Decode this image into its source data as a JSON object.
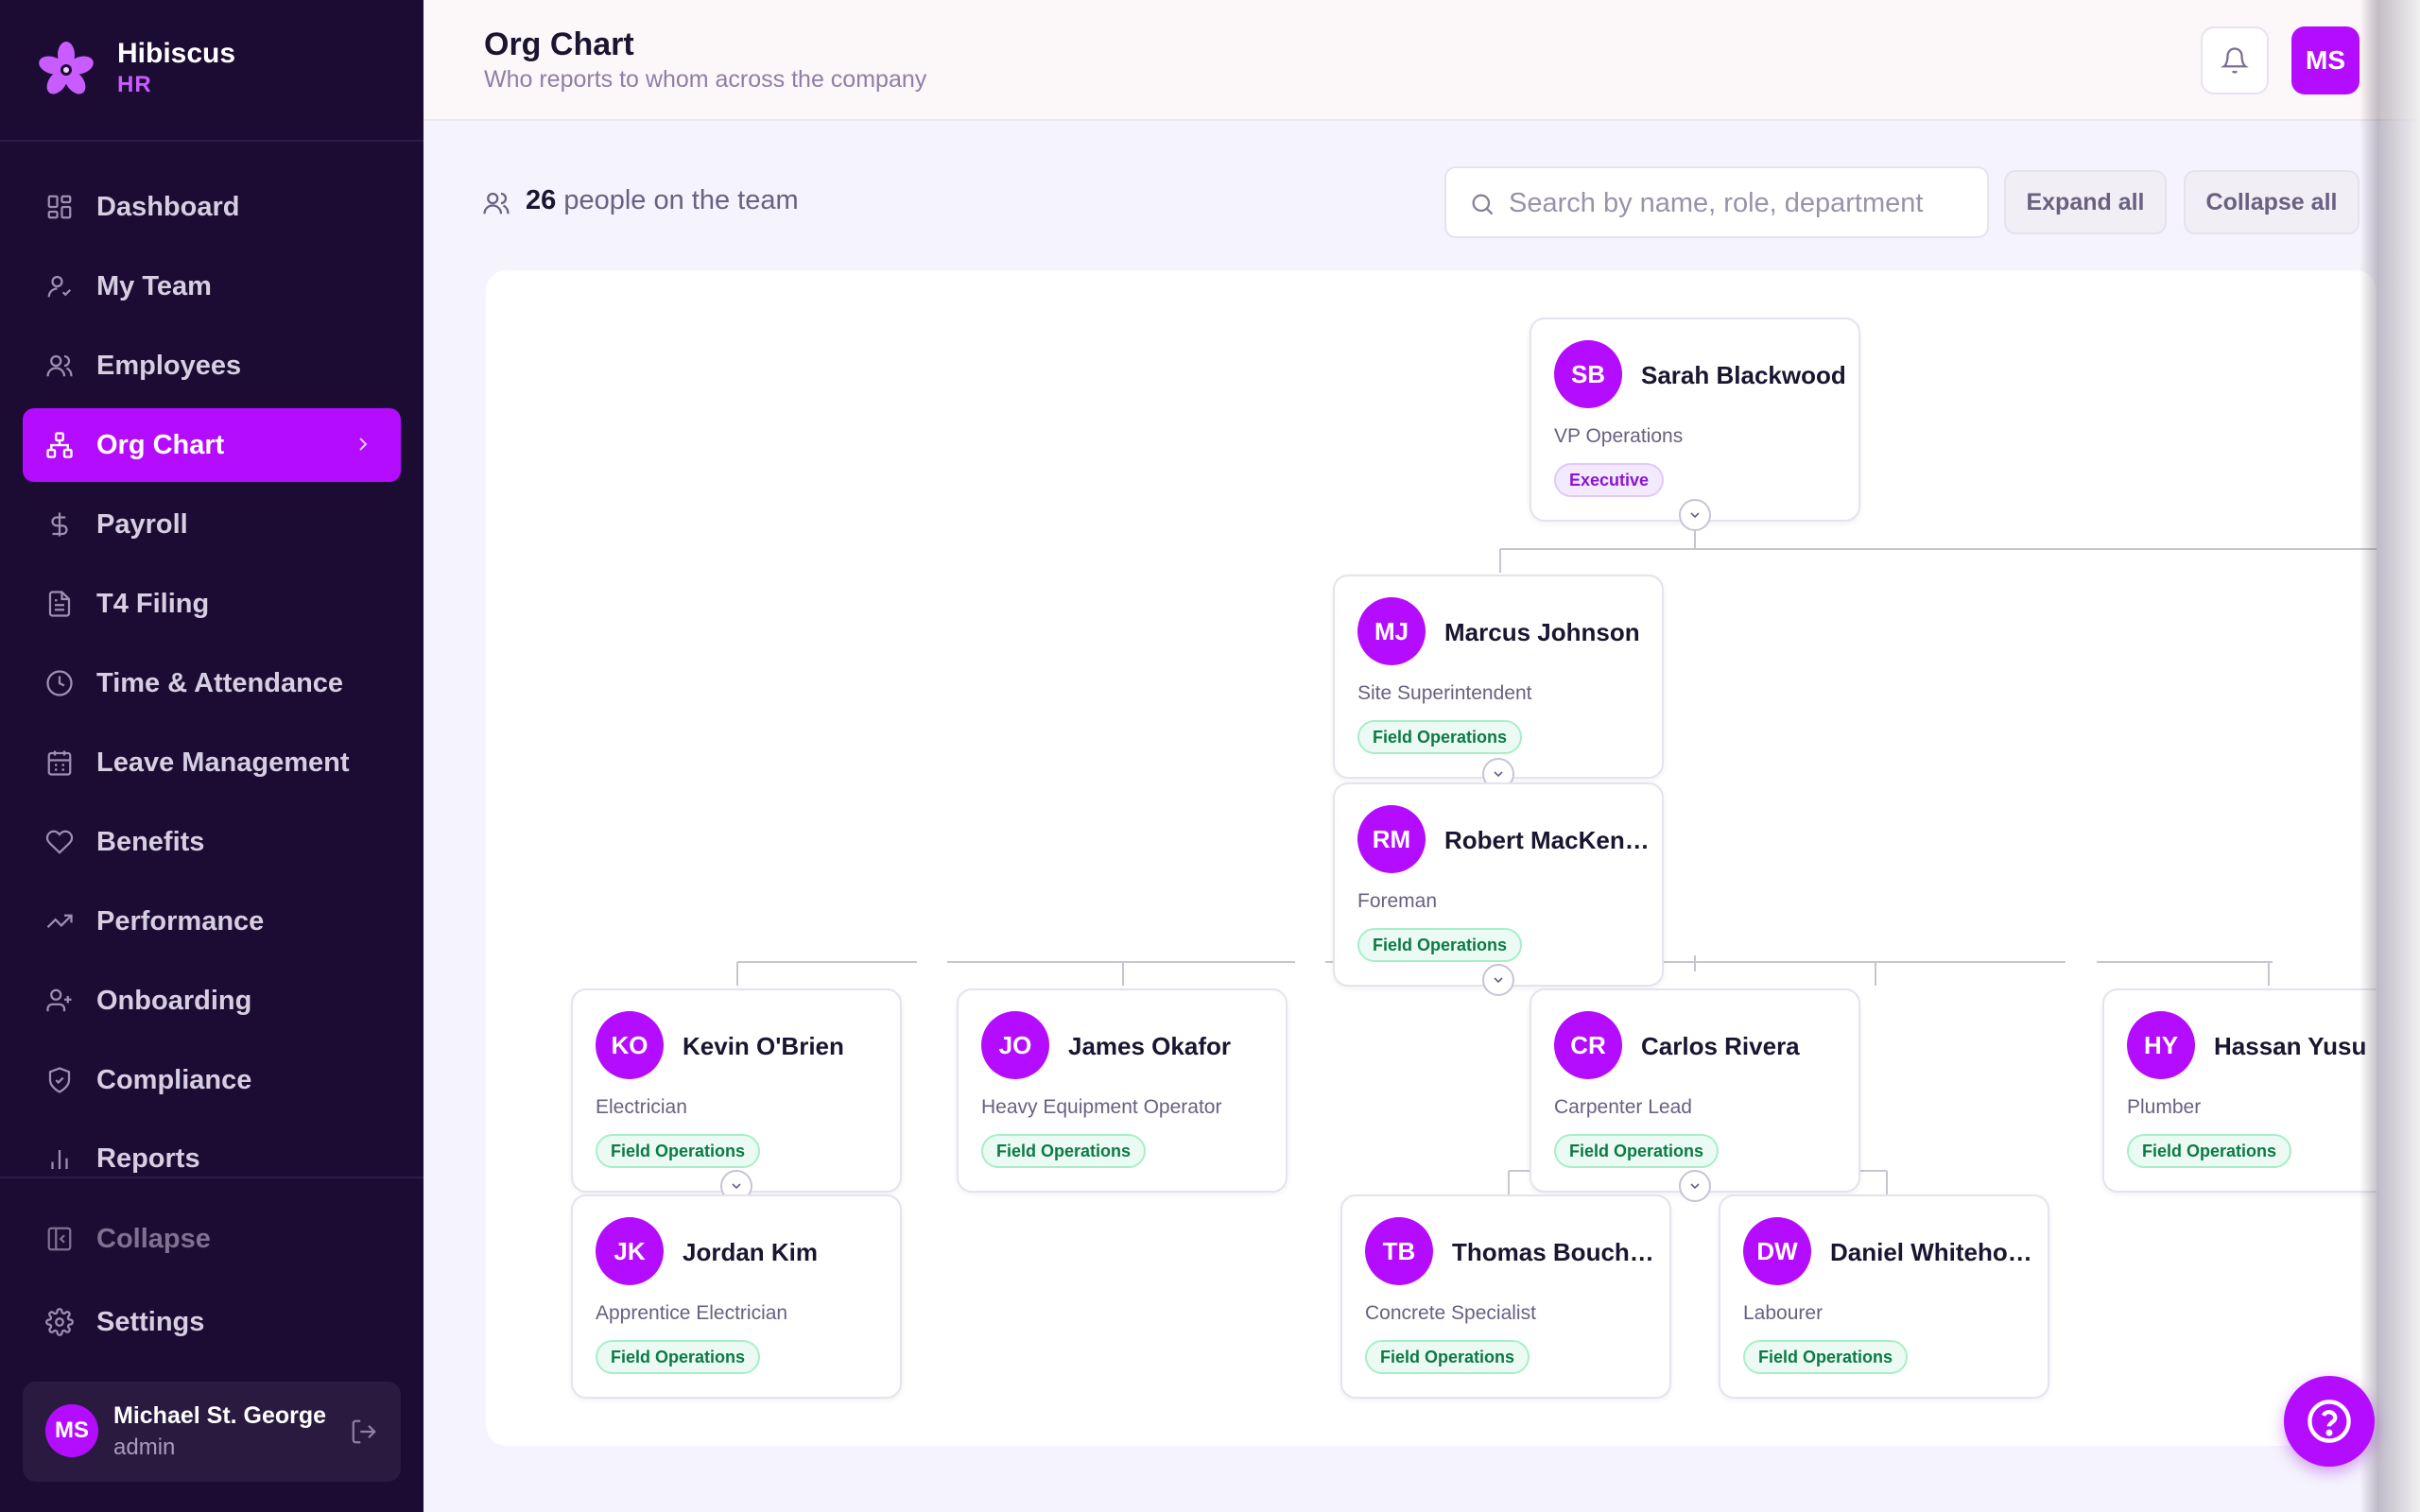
{
  "brand": {
    "name": "Hibiscus",
    "sub": "HR"
  },
  "nav": [
    {
      "label": "Dashboard",
      "icon": "dashboard-icon"
    },
    {
      "label": "My Team",
      "icon": "my-team-icon"
    },
    {
      "label": "Employees",
      "icon": "employees-icon"
    },
    {
      "label": "Org Chart",
      "icon": "org-chart-icon",
      "active": true
    },
    {
      "label": "Payroll",
      "icon": "dollar-icon"
    },
    {
      "label": "T4 Filing",
      "icon": "document-icon"
    },
    {
      "label": "Time & Attendance",
      "icon": "clock-icon"
    },
    {
      "label": "Leave Management",
      "icon": "calendar-icon"
    },
    {
      "label": "Benefits",
      "icon": "heart-icon"
    },
    {
      "label": "Performance",
      "icon": "trending-up-icon"
    },
    {
      "label": "Onboarding",
      "icon": "user-plus-icon"
    },
    {
      "label": "Compliance",
      "icon": "shield-icon"
    },
    {
      "label": "Reports",
      "icon": "bar-chart-icon"
    }
  ],
  "footer_nav": {
    "collapse": "Collapse",
    "settings": "Settings"
  },
  "user": {
    "initials": "MS",
    "name": "Michael St. George",
    "role": "admin"
  },
  "header": {
    "title": "Org Chart",
    "subtitle": "Who reports to whom across the company",
    "avatar_initials": "MS"
  },
  "toolbar": {
    "count": "26",
    "count_suffix": "people on the team",
    "search_placeholder": "Search by name, role, department",
    "expand_all": "Expand all",
    "collapse_all": "Collapse all"
  },
  "org": [
    {
      "initials": "SB",
      "name": "Sarah Blackwood",
      "role": "VP Operations",
      "badge": "Executive",
      "badge_type": "exec"
    },
    {
      "initials": "MJ",
      "name": "Marcus Johnson",
      "role": "Site Superintendent",
      "badge": "Field Operations",
      "badge_type": "field"
    },
    {
      "initials": "RM",
      "name": "Robert MacKen…",
      "role": "Foreman",
      "badge": "Field Operations",
      "badge_type": "field"
    },
    {
      "initials": "KO",
      "name": "Kevin O'Brien",
      "role": "Electrician",
      "badge": "Field Operations",
      "badge_type": "field"
    },
    {
      "initials": "JO",
      "name": "James Okafor",
      "role": "Heavy Equipment Operator",
      "badge": "Field Operations",
      "badge_type": "field"
    },
    {
      "initials": "CR",
      "name": "Carlos Rivera",
      "role": "Carpenter Lead",
      "badge": "Field Operations",
      "badge_type": "field"
    },
    {
      "initials": "HY",
      "name": "Hassan Yusu",
      "role": "Plumber",
      "badge": "Field Operations",
      "badge_type": "field"
    },
    {
      "initials": "JK",
      "name": "Jordan Kim",
      "role": "Apprentice Electrician",
      "badge": "Field Operations",
      "badge_type": "field"
    },
    {
      "initials": "TB",
      "name": "Thomas Bouch…",
      "role": "Concrete Specialist",
      "badge": "Field Operations",
      "badge_type": "field"
    },
    {
      "initials": "DW",
      "name": "Daniel Whiteho…",
      "role": "Labourer",
      "badge": "Field Operations",
      "badge_type": "field"
    }
  ],
  "colors": {
    "accent": "#b40cff",
    "sidebar_bg": "#1c0b33",
    "field_badge_text": "#0c7a45",
    "exec_badge_text": "#8a14d6"
  }
}
